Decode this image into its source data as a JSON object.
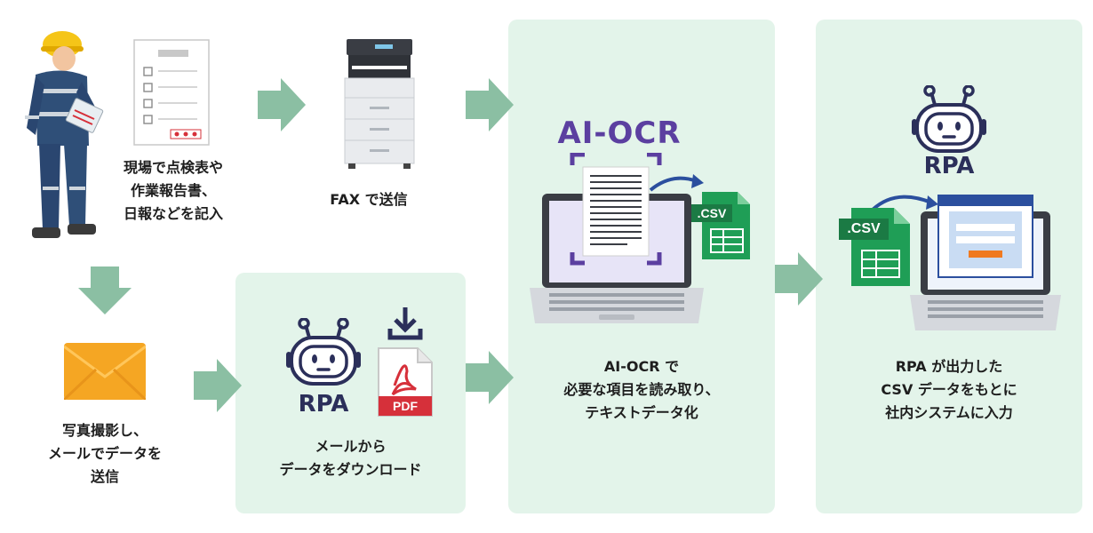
{
  "step1": {
    "lines": [
      "現場で点検表や",
      "作業報告書、",
      "日報などを記入"
    ]
  },
  "step2": {
    "lines": [
      "FAX で送信"
    ]
  },
  "step3": {
    "lines": [
      "AI-OCR で",
      "必要な項目を読み取り、",
      "テキストデータ化"
    ],
    "logo": "AI-OCR",
    "file_label": ".CSV"
  },
  "step4": {
    "lines": [
      "RPA が出力した",
      "CSV データをもとに",
      "社内システムに入力"
    ],
    "logo": "RPA",
    "file_label": ".CSV"
  },
  "step5": {
    "lines": [
      "写真撮影し、",
      "メールでデータを",
      "送信"
    ]
  },
  "step6": {
    "lines": [
      "メールから",
      "データをダウンロード"
    ],
    "logo": "RPA",
    "file_label": "PDF"
  },
  "colors": {
    "panel": "#e3f4ea",
    "arrow": "#8bbfa3",
    "navy": "#2b2f5a",
    "ocr_purple": "#5b3fa0",
    "csv_green": "#1f9e56",
    "pdf_red": "#d6303a",
    "mail_orange": "#f5a623"
  }
}
